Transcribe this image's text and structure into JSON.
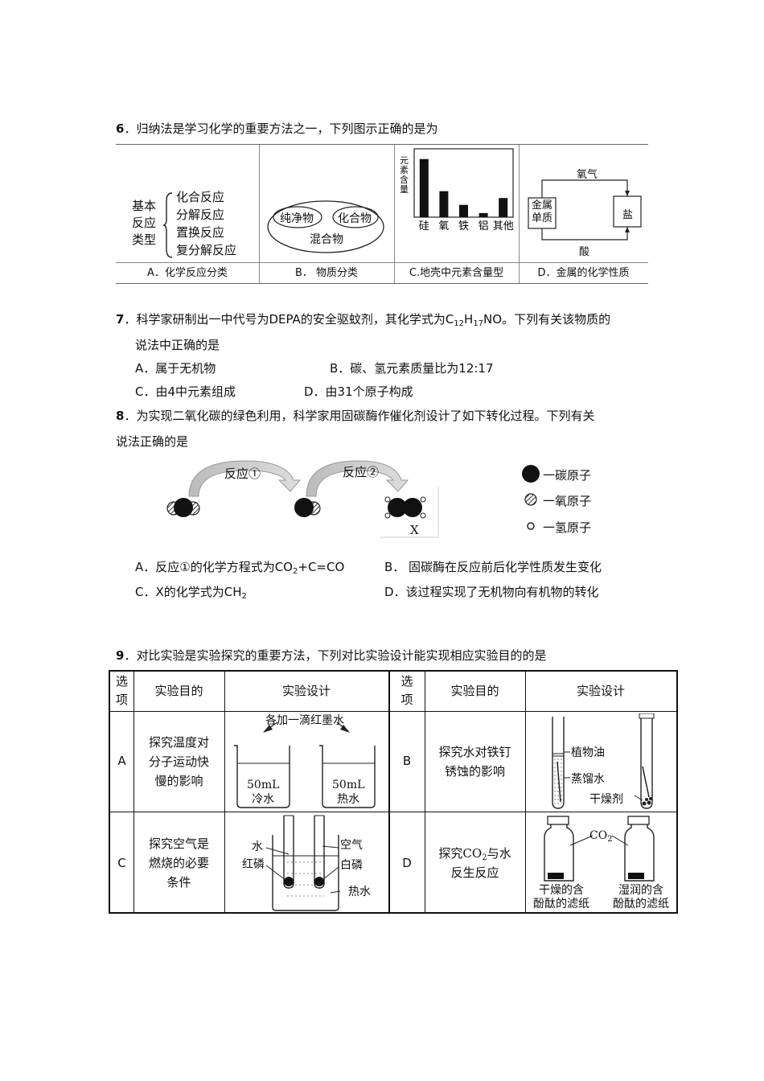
{
  "q6": {
    "number": "6",
    "stem": "．归纳法是学习化学的重要方法之一，下列图示正确的是为",
    "a": {
      "brace_label": [
        "基本",
        "反应",
        "类型"
      ],
      "items": [
        "化合反应",
        "分解反应",
        "置换反应",
        "复分解反应"
      ],
      "caption": "A．化学反应分类"
    },
    "b": {
      "inner_left": "纯净物",
      "inner_right": "化合物",
      "outer": "混合物",
      "caption": "B．  物质分类"
    },
    "c": {
      "ylabel": "元素含量",
      "caption": "C.地壳中元素含量型"
    },
    "d": {
      "top": "氧气",
      "left_box": [
        "金属",
        "单质"
      ],
      "right_box": "盐",
      "bottom": "酸",
      "caption": "D．金属的化学性质"
    }
  },
  "chart_data": {
    "type": "bar",
    "categories": [
      "硅",
      "氧",
      "铁",
      "铝",
      "其他"
    ],
    "values": [
      85,
      38,
      18,
      6,
      28
    ],
    "ylabel": "元素含量",
    "ylim": [
      0,
      100
    ],
    "bar_color": "#111111"
  },
  "q7": {
    "number": "7",
    "stem_line1_pre": "．科学家研制出一中代号为DEPA的安全驱蚊剂，其化学式为C",
    "sub1": "12",
    "mid1": "H",
    "sub2": "17",
    "stem_line1_post": "NO。下列有关该物质的",
    "stem_line2": "说法中正确的是",
    "opt_a": "A．属于无机物",
    "opt_b": "B．碳、氢元素质量比为12:17",
    "opt_c": "C．由4中元素组成",
    "opt_d": "D．由31个原子构成"
  },
  "q8": {
    "number": "8",
    "stem_line1": "．为实现二氧化碳的绿色利用，科学家用固碳酶作催化剂设计了如下转化过程。下列有关",
    "stem_line2": "说法正确的是",
    "reaction1": "反应①",
    "reaction2": "反应②",
    "x_label": "X",
    "legend": [
      "一碳原子",
      "一氧原子",
      "一氢原子"
    ],
    "opt_a_pre": "A．反应①的化学方程式为CO",
    "opt_a_sub": "2",
    "opt_a_post": "+C=CO",
    "opt_b": "B．  固碳酶在反应前后化学性质发生变化",
    "opt_c_pre": "C．X的化学式为CH",
    "opt_c_sub": "2",
    "opt_d": "D．该过程实现了无机物向有机物的转化"
  },
  "q9": {
    "number": "9",
    "stem": "．对比实验是实验探究的重要方法，下列对比实验设计能实现相应实验目的的是",
    "headers": {
      "option": [
        "选",
        "项"
      ],
      "purpose": "实验目的",
      "design": "实验设计"
    },
    "rows": {
      "a": {
        "option": "A",
        "purpose": [
          "探究温度对",
          "分子运动快",
          "慢的影响"
        ],
        "design_top": "各加一滴红墨水",
        "beaker_left": [
          "50mL",
          "冷水"
        ],
        "beaker_right": [
          "50mL",
          "热水"
        ]
      },
      "b": {
        "option": "B",
        "purpose": [
          "探究水对铁钉",
          "锈蚀的影响"
        ],
        "labels": [
          "植物油",
          "蒸馏水",
          "干燥剂"
        ]
      },
      "c": {
        "option": "C",
        "purpose": [
          "探究空气是",
          "燃烧的必要",
          "条件"
        ],
        "labels_left": [
          "水",
          "红磷"
        ],
        "labels_right": [
          "空气",
          "白磷",
          "热水"
        ]
      },
      "d": {
        "option": "D",
        "purpose_pre": "探究CO",
        "purpose_sub": "2",
        "purpose_post": "与水",
        "purpose_line2": "反生反应",
        "co2": "CO",
        "co2_sub": "2",
        "left_caption": [
          "干燥的含",
          "酚酞的滤纸"
        ],
        "right_caption": [
          "湿润的含",
          "酚酞的滤纸"
        ]
      }
    }
  }
}
